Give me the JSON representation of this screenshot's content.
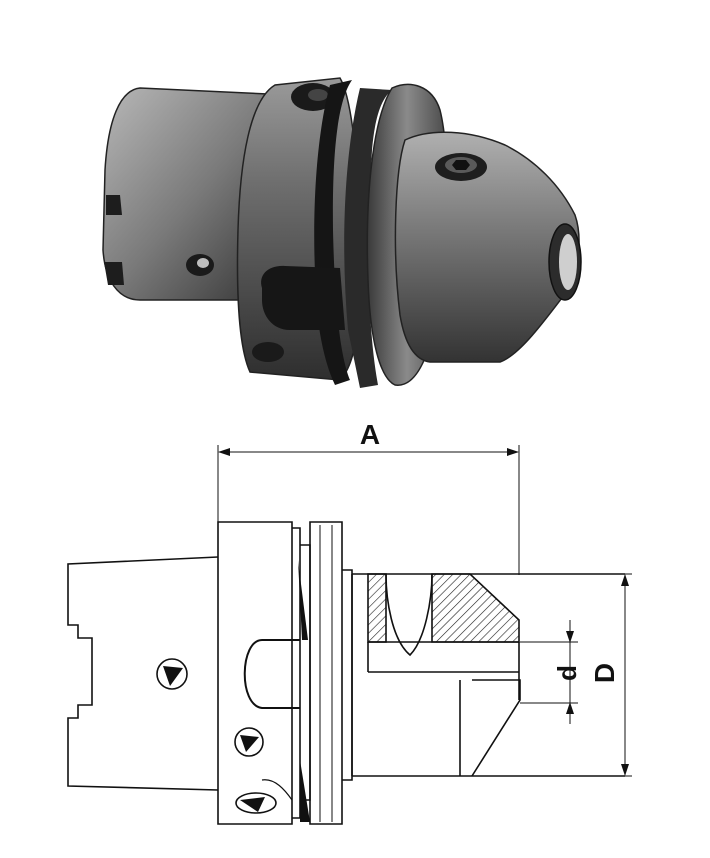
{
  "dimensions": {
    "a_label": "A",
    "d_small_label": "d",
    "d_large_label": "D"
  },
  "colors": {
    "line": "#111111",
    "hatch": "#222222",
    "render_dark": "#2a2a2a",
    "render_light": "#bdbdbd"
  }
}
